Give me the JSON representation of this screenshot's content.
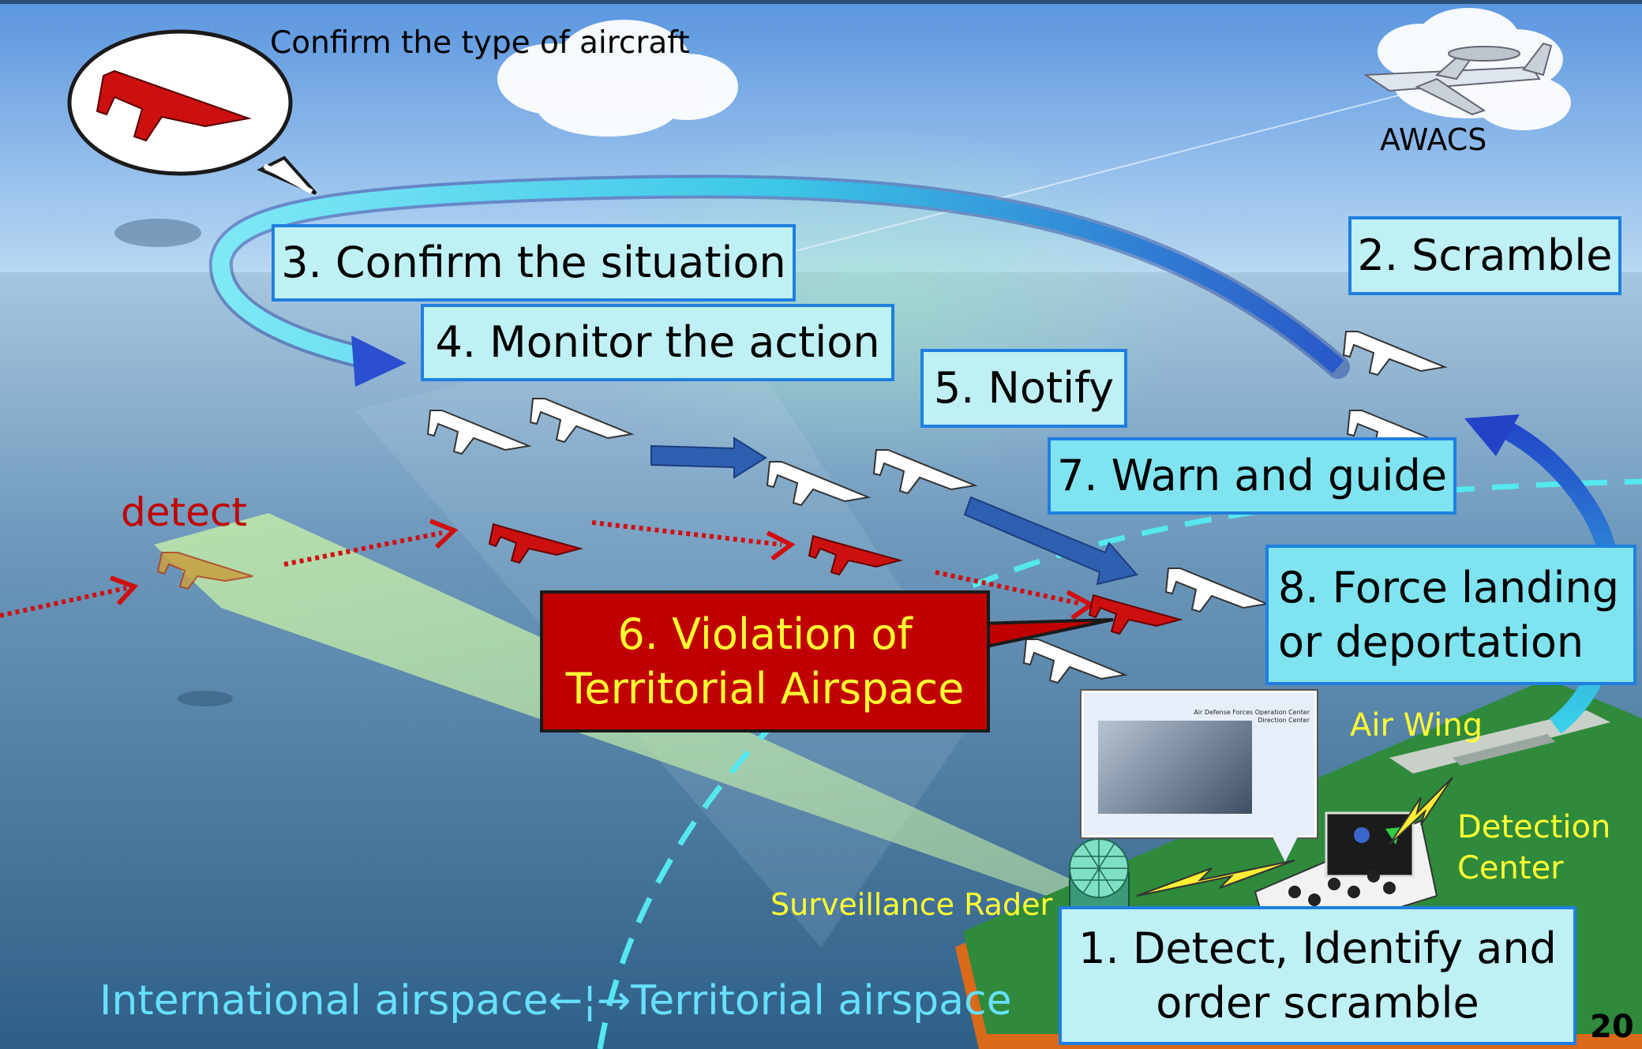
{
  "callout_text": "Confirm the type of aircraft",
  "awacs_label": "AWACS",
  "steps": {
    "s1": "1. Detect, Identify and\norder scramble",
    "s2": "2. Scramble",
    "s3": "3. Confirm the situation",
    "s4": "4. Monitor the action",
    "s5": "5. Notify",
    "s6": "6. Violation of\nTerritorial Airspace",
    "s7": "7. Warn and guide",
    "s8": "8. Force landing\nor deportation"
  },
  "detect_label": "detect",
  "air_wing_label": "Air Wing",
  "detection_center_label": "Detection\nCenter",
  "surveillance_label": "Surveillance Rader",
  "photo_caption": "Air Defense Forces Operation Center\nDirection Center",
  "airspace_label": "International airspace←¦→Territorial airspace",
  "page_number": "20",
  "colors": {
    "sky_top": "#6ea8e8",
    "sea": "#3f6e95",
    "box_border": "#1f7fe0",
    "violation_bg": "#c00000",
    "label_yellow": "#ffff33",
    "airspace_text": "#66e0ff",
    "detect_red": "#c00000"
  }
}
